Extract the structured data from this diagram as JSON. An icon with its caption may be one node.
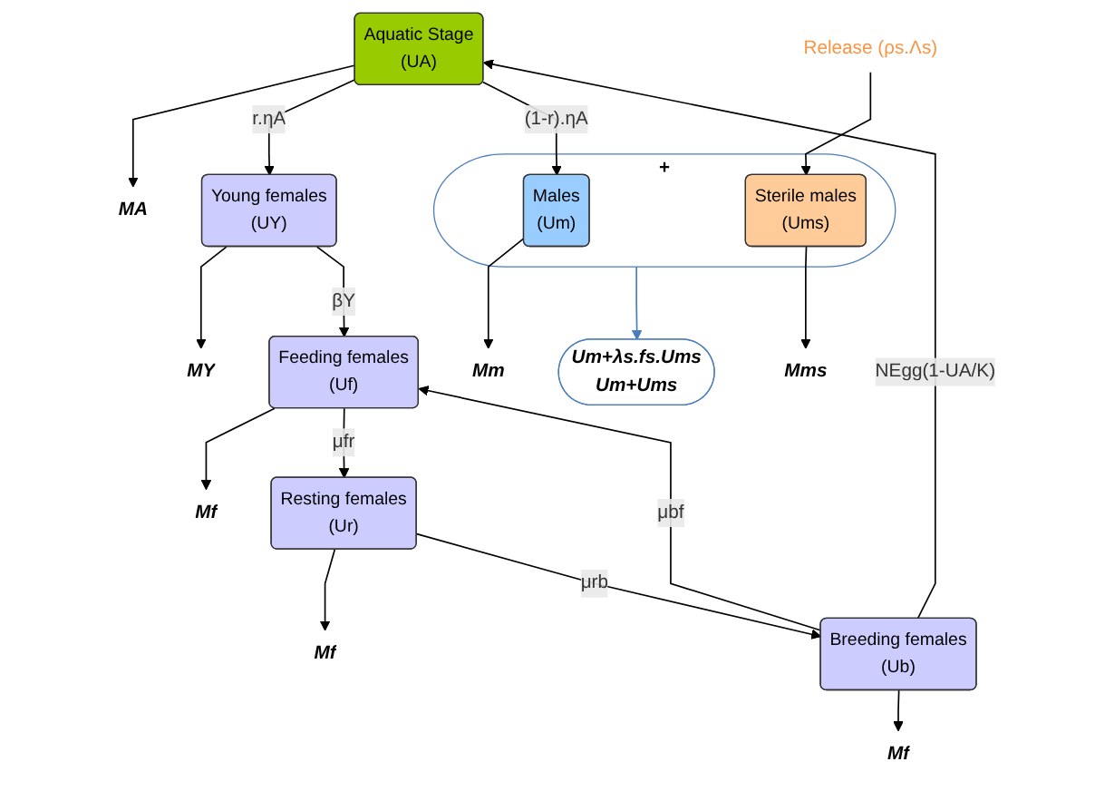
{
  "diagram": {
    "nodes": [
      {
        "text": [
          "Aquatic Stage",
          "(UA)"
        ]
      },
      {
        "text": [
          "MA"
        ]
      },
      {
        "text": [
          "Young females",
          "(UY)"
        ]
      },
      {
        "text": [
          "MY"
        ]
      },
      {
        "text": [
          "+"
        ]
      },
      {
        "text": [
          "Males",
          "(Um)"
        ],
        "in": 4
      },
      {
        "text": [
          "Sterile males",
          "(Ums)"
        ],
        "in": 4
      },
      {
        "text": [
          "Mm"
        ]
      },
      {
        "text": [
          "Mms"
        ]
      },
      {
        "text": [
          "Um+λs.fs.Ums",
          "Um+Ums"
        ]
      },
      {
        "text": [
          "Feeding females",
          "(Uf)"
        ]
      },
      {
        "text": [
          "Mf"
        ]
      },
      {
        "text": [
          "Resting females",
          "(Ur)"
        ]
      },
      {
        "text": [
          "Mf"
        ]
      },
      {
        "text": [
          "Release (ρs.Λs)"
        ]
      },
      {
        "text": [
          "Breeding females",
          "(Ub)"
        ]
      },
      {
        "text": [
          "Mf"
        ]
      }
    ],
    "edges": [
      {
        "from": 15,
        "to": 0,
        "arrow": "to",
        "label": "NEgg(1-UA/K)"
      },
      {
        "from": 0,
        "to": 1,
        "arrow": "to"
      },
      {
        "from": 0,
        "to": 2,
        "arrow": "to",
        "label": "r.ηA"
      },
      {
        "from": 0,
        "to": 5,
        "arrow": "to",
        "label": "(1-r).ηA"
      },
      {
        "from": 2,
        "to": 3,
        "arrow": "to"
      },
      {
        "from": 5,
        "to": 7,
        "arrow": "to"
      },
      {
        "from": 6,
        "to": 8,
        "arrow": "to"
      },
      {
        "from": 2,
        "to": 10,
        "arrow": "to",
        "label": "βY"
      },
      {
        "from": 4,
        "to": 9,
        "arrow": "to",
        "color": "#4a7ebb"
      },
      {
        "from": 10,
        "to": 11,
        "arrow": "to"
      },
      {
        "from": 10,
        "to": 12,
        "arrow": "to",
        "label": "μfr"
      },
      {
        "from": 12,
        "to": 13,
        "arrow": "to"
      },
      {
        "from": 14,
        "to": 6,
        "arrow": "to"
      },
      {
        "from": 12,
        "to": 15,
        "arrow": "to",
        "label": "μrb"
      },
      {
        "from": 15,
        "to": 10,
        "arrow": "to",
        "label": "μbf"
      },
      {
        "from": 15,
        "to": 16,
        "arrow": "to"
      }
    ]
  }
}
